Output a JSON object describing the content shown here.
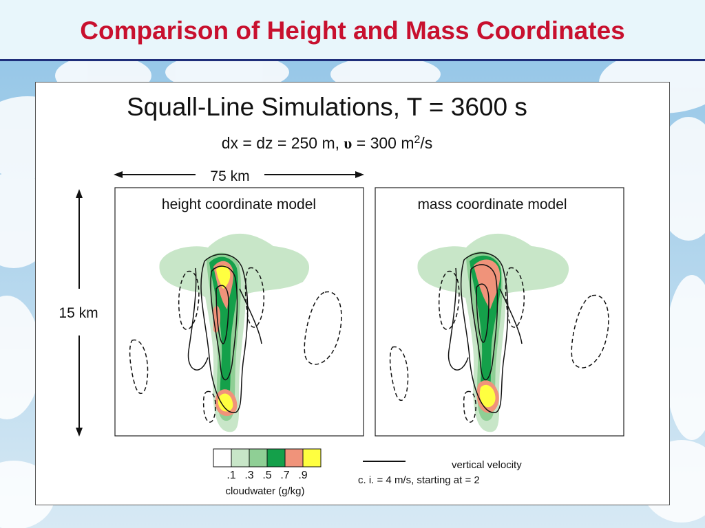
{
  "slide": {
    "title": "Comparison of Height and Mass Coordinates"
  },
  "figure": {
    "title": "Squall-Line Simulations, T = 3600 s",
    "subtitle_prefix": "dx = dz = 250 m, ",
    "subtitle_symbol": "υ",
    "subtitle_mid": " = 300 m",
    "subtitle_sup": "2",
    "subtitle_suffix": "/s",
    "width_label": "75 km",
    "height_label": "15 km",
    "panels": [
      {
        "label": "height coordinate model"
      },
      {
        "label": "mass coordinate model"
      }
    ],
    "colorbar": {
      "colors": [
        "#ffffff",
        "#c8e6c8",
        "#8fcf95",
        "#14a04a",
        "#f0937a",
        "#ffff40"
      ],
      "ticks": [
        ".1",
        ".3",
        ".5",
        ".7",
        ".9"
      ],
      "label": "cloudwater (g/kg)"
    },
    "legend": {
      "line_label": "vertical velocity",
      "interval_label": "c. i. = 4 m/s, starting at = 2"
    }
  },
  "colors": {
    "title_red": "#c8102e",
    "title_rule": "#1e2e7a"
  }
}
